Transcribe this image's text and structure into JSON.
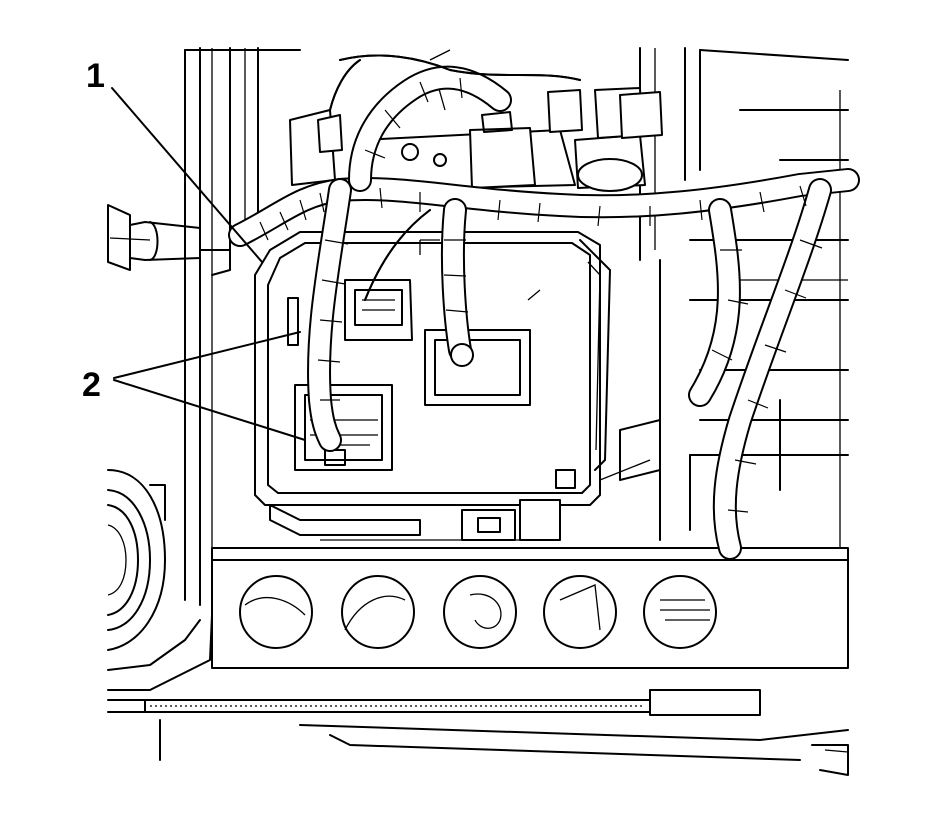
{
  "diagram": {
    "callouts": [
      {
        "id": "1",
        "label": "1"
      },
      {
        "id": "2",
        "label": "2"
      }
    ],
    "colors": {
      "line": "#000000",
      "background": "#ffffff"
    }
  }
}
